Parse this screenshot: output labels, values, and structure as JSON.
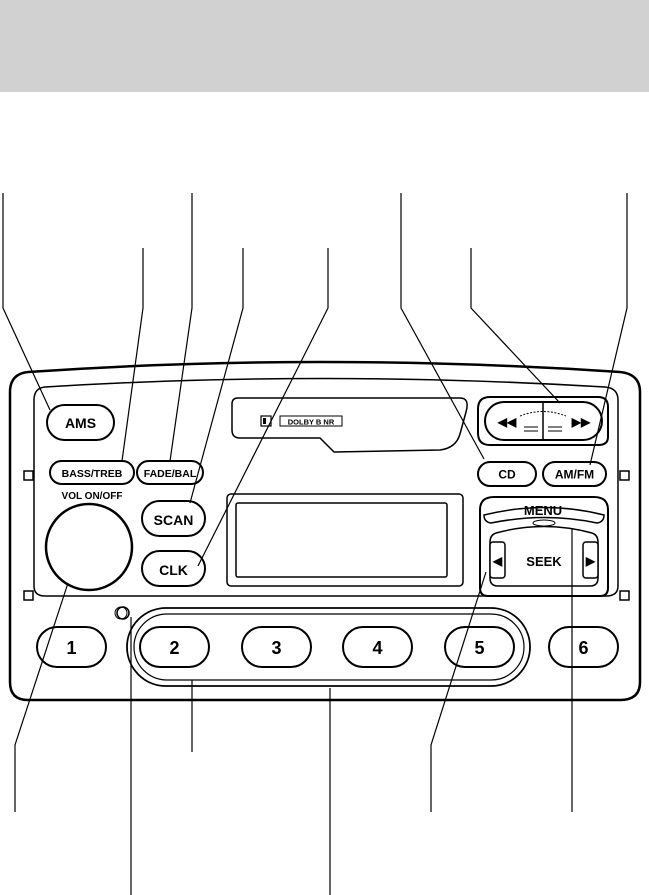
{
  "header": {
    "band_color": "#d1d1d1"
  },
  "radio": {
    "buttons": {
      "ams": "AMS",
      "bass_treb": "BASS/TREB",
      "fade_bal": "FADE/BAL",
      "scan": "SCAN",
      "clk": "CLK",
      "cd": "CD",
      "am_fm": "AM/FM",
      "menu": "MENU",
      "seek": "SEEK"
    },
    "vol_label": "VOL ON/OFF",
    "cassette_badge": "DOLBY B NR",
    "presets": [
      "1",
      "2",
      "3",
      "4",
      "5",
      "6"
    ]
  }
}
